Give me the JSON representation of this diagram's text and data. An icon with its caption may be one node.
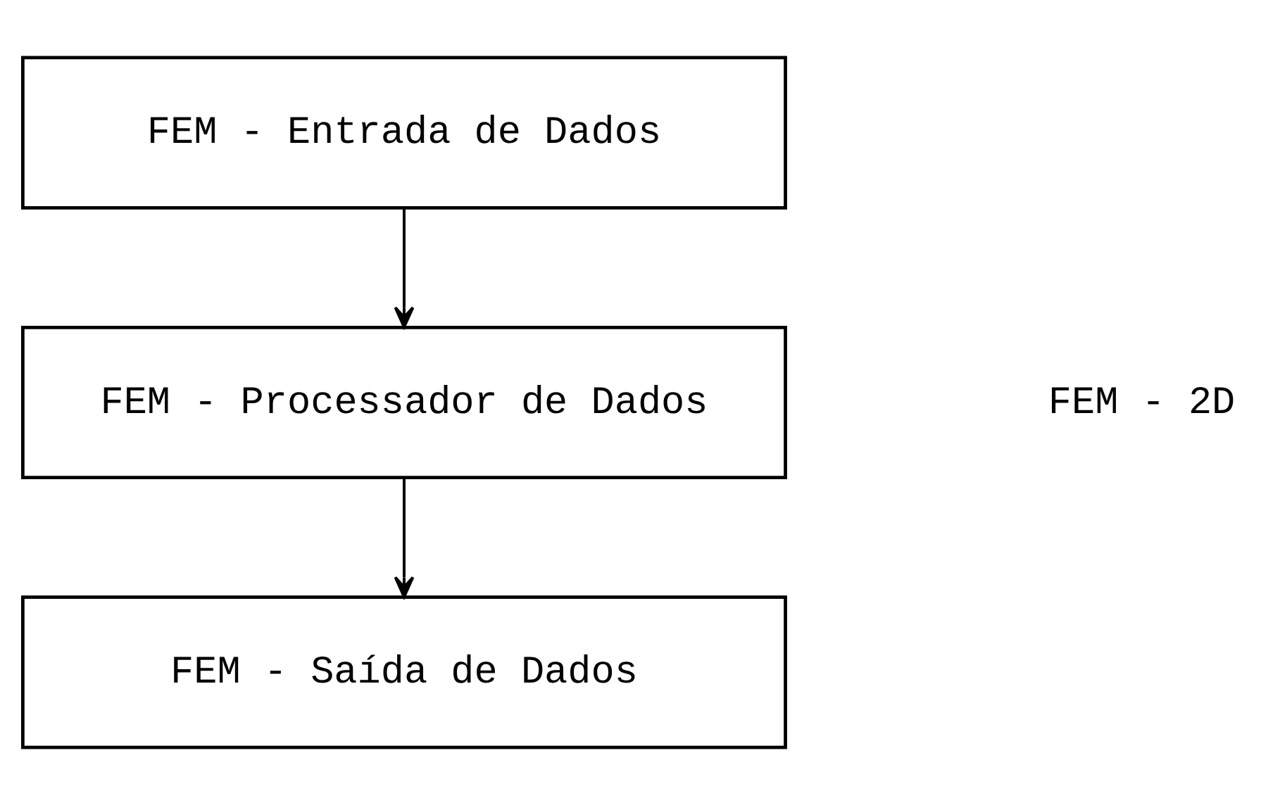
{
  "diagram": {
    "nodes": [
      {
        "text": [
          "FEM - Entrada de Dados"
        ]
      },
      {
        "text": [
          "FEM - Processador de Dados"
        ]
      },
      {
        "text": [
          "FEM - Saída de Dados"
        ]
      }
    ],
    "edges": [
      {
        "from": 0,
        "to": 1,
        "arrow": "to"
      },
      {
        "from": 1,
        "to": 2,
        "arrow": "to"
      }
    ],
    "labels": [
      "FEM - 2D"
    ]
  }
}
